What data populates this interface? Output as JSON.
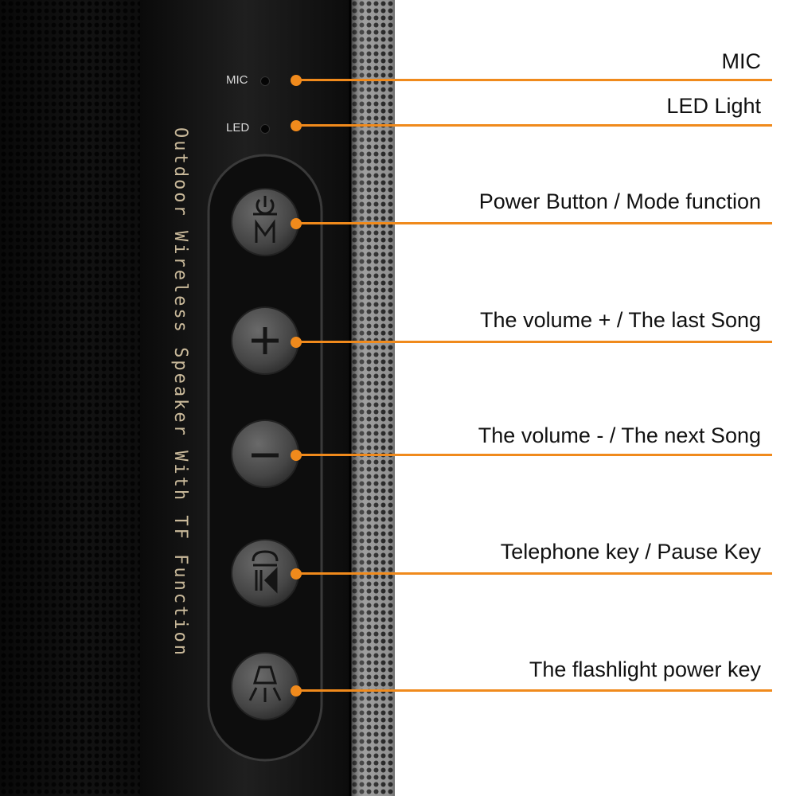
{
  "speaker": {
    "mic_label": "MIC",
    "led_label": "LED",
    "side_text": "Outdoor Wireless Speaker With TF Function"
  },
  "callouts": [
    {
      "key": "mic",
      "label": "MIC"
    },
    {
      "key": "led",
      "label": "LED Light"
    },
    {
      "key": "power",
      "label": "Power Button / Mode function"
    },
    {
      "key": "vol-up",
      "label": "The volume + / The last Song"
    },
    {
      "key": "vol-down",
      "label": "The volume - / The next Song"
    },
    {
      "key": "phone",
      "label": "Telephone key / Pause Key"
    },
    {
      "key": "flashlight",
      "label": "The flashlight power key"
    }
  ],
  "colors": {
    "accent": "#f08a1c",
    "speaker_body": "#1a1a1a",
    "button": "#4a4a4a",
    "print": "#c9b99a"
  },
  "icons": [
    "power-mode-icon",
    "plus-icon",
    "minus-icon",
    "phone-pause-icon",
    "flashlight-icon"
  ]
}
